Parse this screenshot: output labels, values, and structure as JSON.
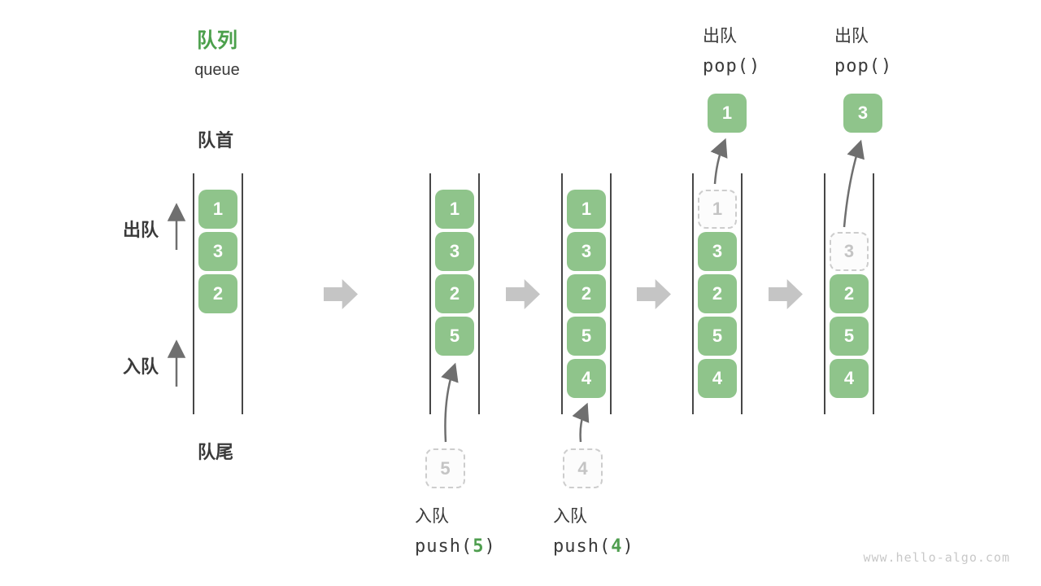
{
  "header": {
    "title_zh": "队列",
    "title_en": "queue"
  },
  "side_labels": {
    "front": "队首",
    "rear": "队尾",
    "dequeue": "出队",
    "enqueue": "入队"
  },
  "ops": {
    "push5": {
      "title": "入队",
      "code_pre": "push(",
      "arg": "5",
      "code_post": ")"
    },
    "push4": {
      "title": "入队",
      "code_pre": "push(",
      "arg": "4",
      "code_post": ")"
    },
    "pop_first": {
      "title": "出队",
      "code": "pop()"
    },
    "pop_second": {
      "title": "出队",
      "code": "pop()"
    }
  },
  "queues": [
    {
      "id": "step-initial",
      "slots": [
        {
          "value": "1"
        },
        {
          "value": "3"
        },
        {
          "value": "2"
        }
      ]
    },
    {
      "id": "step-after-push-5",
      "incoming": "5",
      "slots": [
        {
          "value": "1"
        },
        {
          "value": "3"
        },
        {
          "value": "2"
        },
        {
          "value": "5"
        }
      ]
    },
    {
      "id": "step-after-push-4",
      "incoming": "4",
      "slots": [
        {
          "value": "1"
        },
        {
          "value": "3"
        },
        {
          "value": "2"
        },
        {
          "value": "5"
        },
        {
          "value": "4"
        }
      ]
    },
    {
      "id": "step-pop-1",
      "ghost": "1",
      "popped": "1",
      "slots": [
        {
          "value": "3"
        },
        {
          "value": "2"
        },
        {
          "value": "5"
        },
        {
          "value": "4"
        }
      ]
    },
    {
      "id": "step-pop-3",
      "ghost": "3",
      "popped": "3",
      "slots": [
        {
          "value": "2"
        },
        {
          "value": "5"
        },
        {
          "value": "4"
        }
      ]
    }
  ],
  "watermark": "www.hello-algo.com",
  "colors": {
    "title_green": "#4ca04c",
    "box_green": "#8fc48b",
    "box_text_white": "#ffffff",
    "label_dark": "#3a3a3a",
    "code_arg_green": "#4f9e4f",
    "dashed_gray": "#cdcdcd",
    "flow_arrow_gray": "#c5c5c5",
    "curve_arrow_gray": "#6f6f6f",
    "queue_line_dark": "#474747",
    "watermark_gray": "#c8c8c8"
  }
}
